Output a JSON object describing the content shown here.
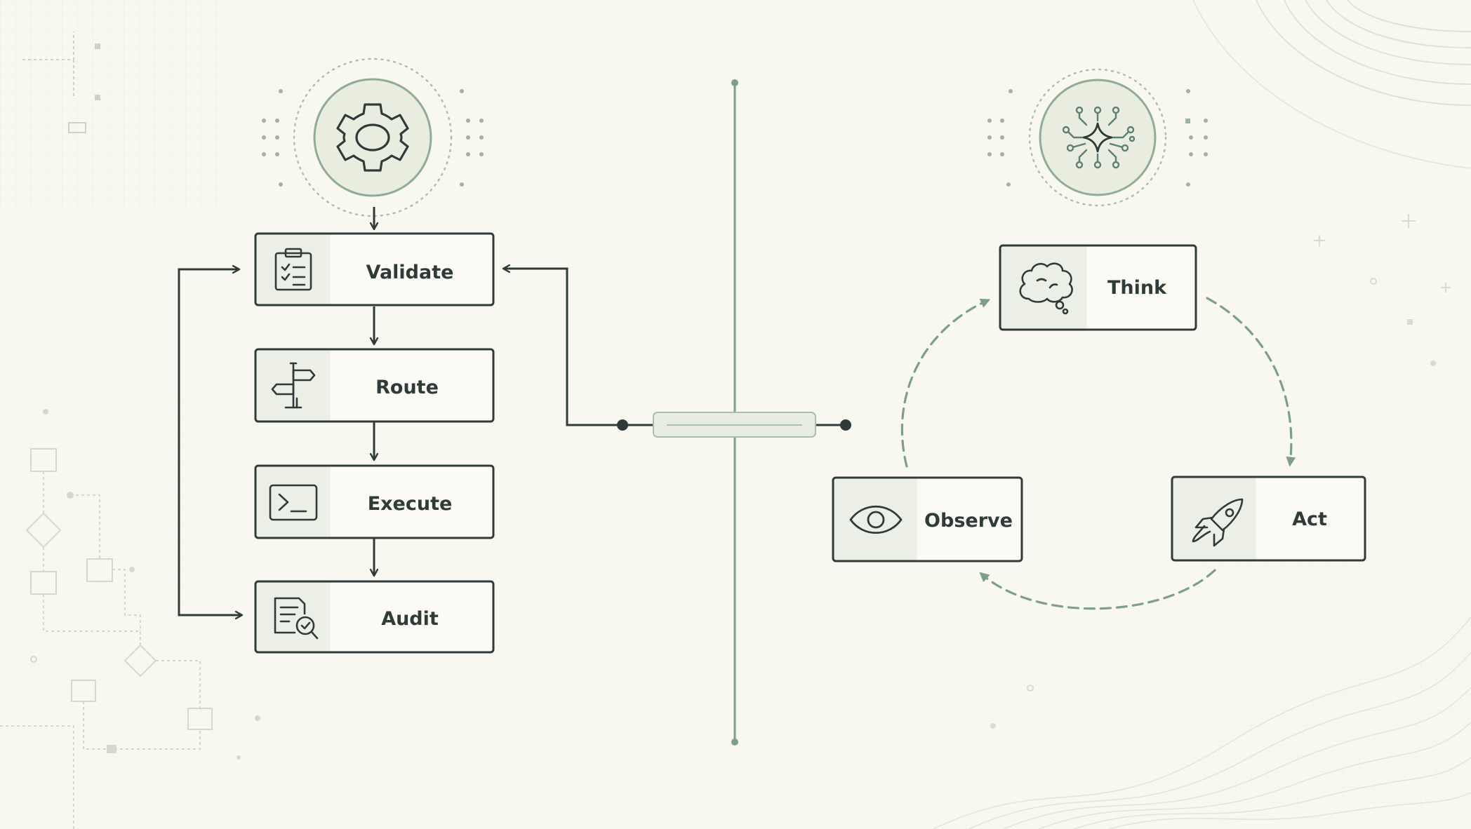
{
  "diagram": {
    "left_flow": {
      "steps": [
        {
          "label": "Validate",
          "icon": "clipboard-checklist-icon"
        },
        {
          "label": "Route",
          "icon": "signpost-icon"
        },
        {
          "label": "Execute",
          "icon": "terminal-icon"
        },
        {
          "label": "Audit",
          "icon": "document-search-icon"
        }
      ],
      "header_icon": "gear-icon"
    },
    "right_loop": {
      "steps": [
        {
          "label": "Think",
          "icon": "thought-cloud-icon"
        },
        {
          "label": "Act",
          "icon": "rocket-icon"
        },
        {
          "label": "Observe",
          "icon": "eye-icon"
        }
      ],
      "header_icon": "ai-circuit-sparkle-icon"
    },
    "colors": {
      "background": "#f9f8f0",
      "stroke": "#2f3b38",
      "accent_green": "#7c9f86",
      "icon_cell": "#ecefe6",
      "box_fill": "#fbfaf4"
    }
  }
}
